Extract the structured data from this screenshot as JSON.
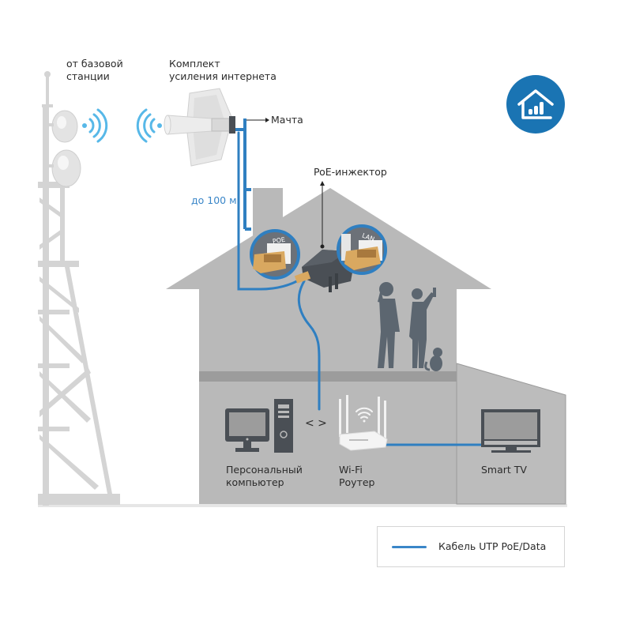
{
  "labels": {
    "base_station": [
      "от базовой",
      "станции"
    ],
    "kit": [
      "Комплект",
      "усиления интернета"
    ],
    "mast": "Мачта",
    "distance": "до 100 м",
    "poe_injector": "PoE-инжектор",
    "poe_port": "POE",
    "lan_port": "LAN",
    "pc": [
      "Персональный",
      "компьютер"
    ],
    "router": [
      "Wi-Fi",
      "Роутер"
    ],
    "tv": "Smart TV",
    "arrows": "< >"
  },
  "legend": {
    "text": "Кабель UTP PoE/Data",
    "color": "#3a86c8"
  },
  "colors": {
    "cable": "#2f7fc1",
    "house": "#b9b9b9",
    "floor": "#9c9c9c",
    "device_dark": "#4a4f55",
    "badge": "#1a74b3",
    "signal": "#57b8e8",
    "connector": "#d9a860"
  },
  "icons": [
    "home-signal-icon",
    "wifi-signal-icon",
    "pc-icon",
    "tv-icon",
    "router-icon"
  ]
}
